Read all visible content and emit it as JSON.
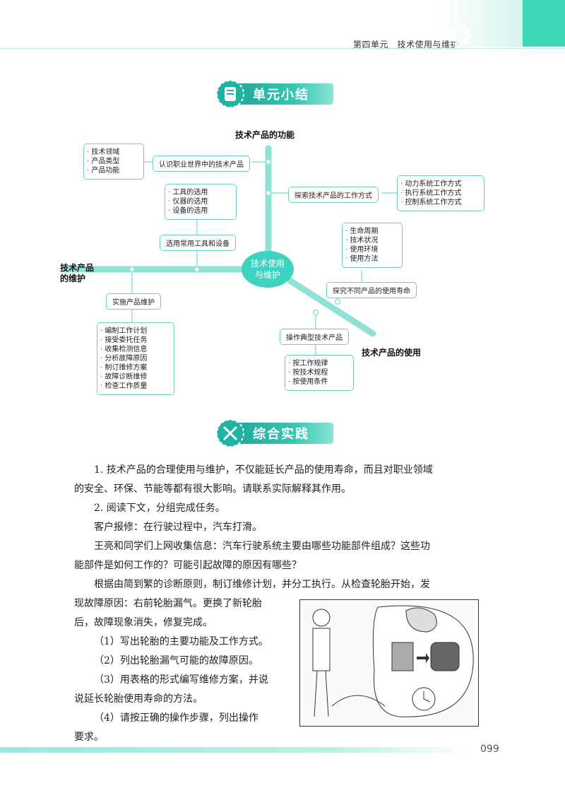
{
  "header": {
    "chapter": "第四单元　技术使用与维护"
  },
  "summary": {
    "banner": "单元小结",
    "hub": [
      "技术使用",
      "与维护"
    ],
    "headings": {
      "function": "技术产品的功能",
      "maintain": [
        "技术产品",
        "的维护"
      ],
      "use": "技术产品的使用"
    },
    "nodes": {
      "cat_items": [
        "技术领域",
        "产品类型",
        "产品功能"
      ],
      "know_career": "认识职业世界中的技术产品",
      "explore_work": "探索技术产品的工作方式",
      "work_items": [
        "动力系统工作方式",
        "执行系统工作方式",
        "控制系统工作方式"
      ],
      "tool_items": [
        "工具的选用",
        "仪器的选用",
        "设备的选用"
      ],
      "select_tools": "选用常用工具和设备",
      "life_items": [
        "生命周期",
        "技术状况",
        "使用环境",
        "使用方法"
      ],
      "explore_life": "探究不同产品的使用寿命",
      "implement_maint": "实施产品维护",
      "maint_items": [
        "编制工作计划",
        "接受委托任务",
        "收集检测信息",
        "分析故障原因",
        "制订维修方案",
        "故障诊断维修",
        "检查工作质量"
      ],
      "operate_typical": "操作典型技术产品",
      "operate_items": [
        "按工作规律",
        "按技术规程",
        "按使用条件"
      ]
    }
  },
  "practice": {
    "banner": "综合实践",
    "p1a": "1. 技术产品的合理使用与维护，不仅能延长产品的使用寿命，而且对职业领域",
    "p1b": "的安全、环保、节能等都有很大影响。请联系实际解释其作用。",
    "p2": "2. 阅读下文，分组完成任务。",
    "p3": "客户报修：在行驶过程中，汽车打滑。",
    "p4a": "王亮和同学们上网收集信息：汽车行驶系统主要由哪些功能部件组成？这些功",
    "p4b": "能部件是如何工作的？可能引起故障的原因有哪些？",
    "p5a": "根据由简到繁的诊断原则，制订维修计划，并分工执行。从检查轮胎开始，发",
    "p5b": "现故障原因：右前轮胎漏气。更换了新轮胎",
    "p5c": "后，故障现象消失，修复完成。",
    "t1": "（1）写出轮胎的主要功能及工作方式。",
    "t2": "（2）列出轮胎漏气可能的故障原因。",
    "t3a": "（3）用表格的形式编写维修方案，并说",
    "t3b": "说延长轮胎使用寿命的方法。",
    "t4a": "（4）请按正确的操作步骤，列出操作",
    "t4b": "要求。"
  },
  "footer": {
    "page": "099"
  },
  "colors": {
    "accent": "#3dd3c0",
    "line": "#8ee2d6"
  }
}
